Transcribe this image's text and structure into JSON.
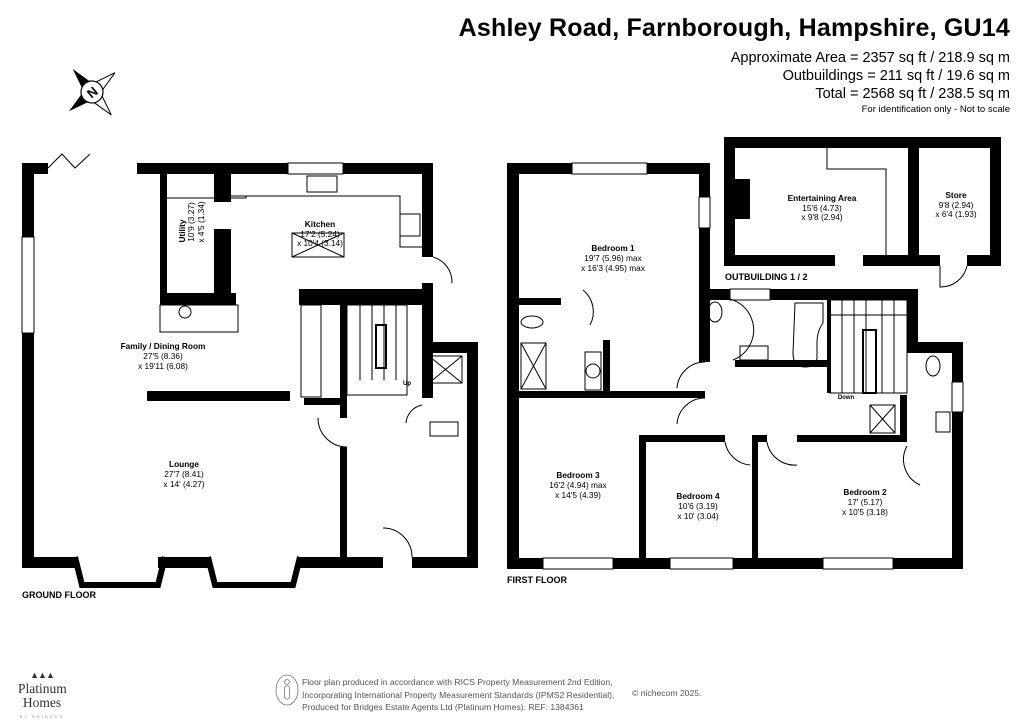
{
  "header": {
    "title": "Ashley Road, Farnborough, Hampshire, GU14",
    "approximate_area": "Approximate Area = 2357 sq ft / 218.9 sq m",
    "outbuildings": "Outbuildings = 211 sq ft / 19.6 sq m",
    "total": "Total = 2568 sq ft / 238.5 sq m",
    "disclaimer": "For identification only - Not to scale"
  },
  "compass": {
    "label": "N",
    "icon": "north-compass-icon"
  },
  "floors": {
    "ground": {
      "label": "GROUND FLOOR",
      "rooms": [
        {
          "name": "Kitchen",
          "dim1": "17'2 (5.24)",
          "dim2": "x 10'4 (3.14)"
        },
        {
          "name": "Utility",
          "dim1": "10'9 (3.27)",
          "dim2": "x 4'5 (1.34)"
        },
        {
          "name": "Family / Dining Room",
          "dim1": "27'5 (8.36)",
          "dim2": "x 19'11 (6.08)"
        },
        {
          "name": "Lounge",
          "dim1": "27'7 (8.41)",
          "dim2": "x 14' (4.27)"
        }
      ],
      "stair_label": "Up"
    },
    "first": {
      "label": "FIRST FLOOR",
      "rooms": [
        {
          "name": "Bedroom 1",
          "dim1": "19'7 (5.96) max",
          "dim2": "x 16'3 (4.95) max"
        },
        {
          "name": "Bedroom 3",
          "dim1": "16'2 (4.94) max",
          "dim2": "x 14'5 (4.39)"
        },
        {
          "name": "Bedroom 4",
          "dim1": "10'6 (3.19)",
          "dim2": "x 10' (3.04)"
        },
        {
          "name": "Bedroom 2",
          "dim1": "17' (5.17)",
          "dim2": "x 10'5 (3.18)"
        }
      ],
      "stair_label": "Down"
    },
    "outbuilding": {
      "label": "OUTBUILDING 1 / 2",
      "rooms": [
        {
          "name": "Entertaining Area",
          "dim1": "15'6 (4.73)",
          "dim2": "x 9'8 (2.94)"
        },
        {
          "name": "Store",
          "dim1": "9'8 (2.94)",
          "dim2": "x 6'4 (1.93)"
        }
      ]
    }
  },
  "footer": {
    "line1": "Floor plan produced in accordance with RICS Property Measurement 2nd Edition,",
    "line2": "Incorporating International Property Measurement Standards (IPMS2 Residential).",
    "line3": "Produced for Bridges Estate Agents Ltd (Platinum Homes).   REF: 1384361",
    "copyright": "© nichecom 2025."
  },
  "logo": {
    "line1": "Platinum",
    "line2": "Homes",
    "tagline": "BY BRIDGES"
  }
}
